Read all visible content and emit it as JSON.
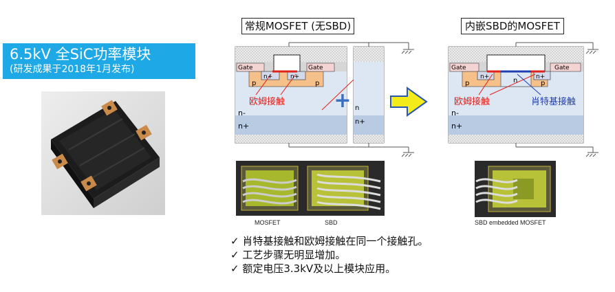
{
  "module": {
    "title": "6.5kV 全SiC功率模块",
    "subtitle": "(研发成果于2018年1月发布)"
  },
  "left_diagram": {
    "title": "常规MOSFET (无SBD)",
    "gate_left": "Gate",
    "gate_right": "Gate",
    "nplus_left": "n+",
    "nplus_right": "n+",
    "p_left": "p",
    "p_right": "p",
    "ohmic_label": "欧姆接触",
    "n_minus": "n-",
    "n_plus_sub": "n+",
    "sbd_n": "n",
    "sbd_nplus": "n+"
  },
  "right_diagram": {
    "title": "内嵌SBD的MOSFET",
    "gate_left": "Gate",
    "gate_right": "Gate",
    "nplus_left": "n+",
    "nplus_right": "n+",
    "p_left": "p",
    "p_right": "p",
    "n_center": "n",
    "ohmic_label": "欧姆接触",
    "schottky_label": "肖特基接触",
    "n_minus": "n-",
    "n_plus_sub": "n+"
  },
  "plus_sign": "+",
  "captions": {
    "mosfet": "MOSFET",
    "sbd": "SBD",
    "embedded": "SBD embedded MOSFET"
  },
  "bullets": [
    "✓ 肖特基接触和欧姆接触在同一个接触孔。",
    "✓ 工艺步骤无明显增加。",
    "✓ 额定电压3.3kV及以上模块应用。"
  ],
  "colors": {
    "title_bg": "#1ea9e6",
    "ohmic": "#e0201a",
    "schottky": "#1f3fb0",
    "arrow_fill": "#f3ec1a",
    "arrow_stroke": "#2a56b0",
    "n_minus_fill": "#dde6f3",
    "n_plus_fill": "#b9cbe3",
    "p_fill": "#f5c089",
    "gate_fill": "#f4d3d3",
    "plus_color": "#3b6fc0"
  }
}
